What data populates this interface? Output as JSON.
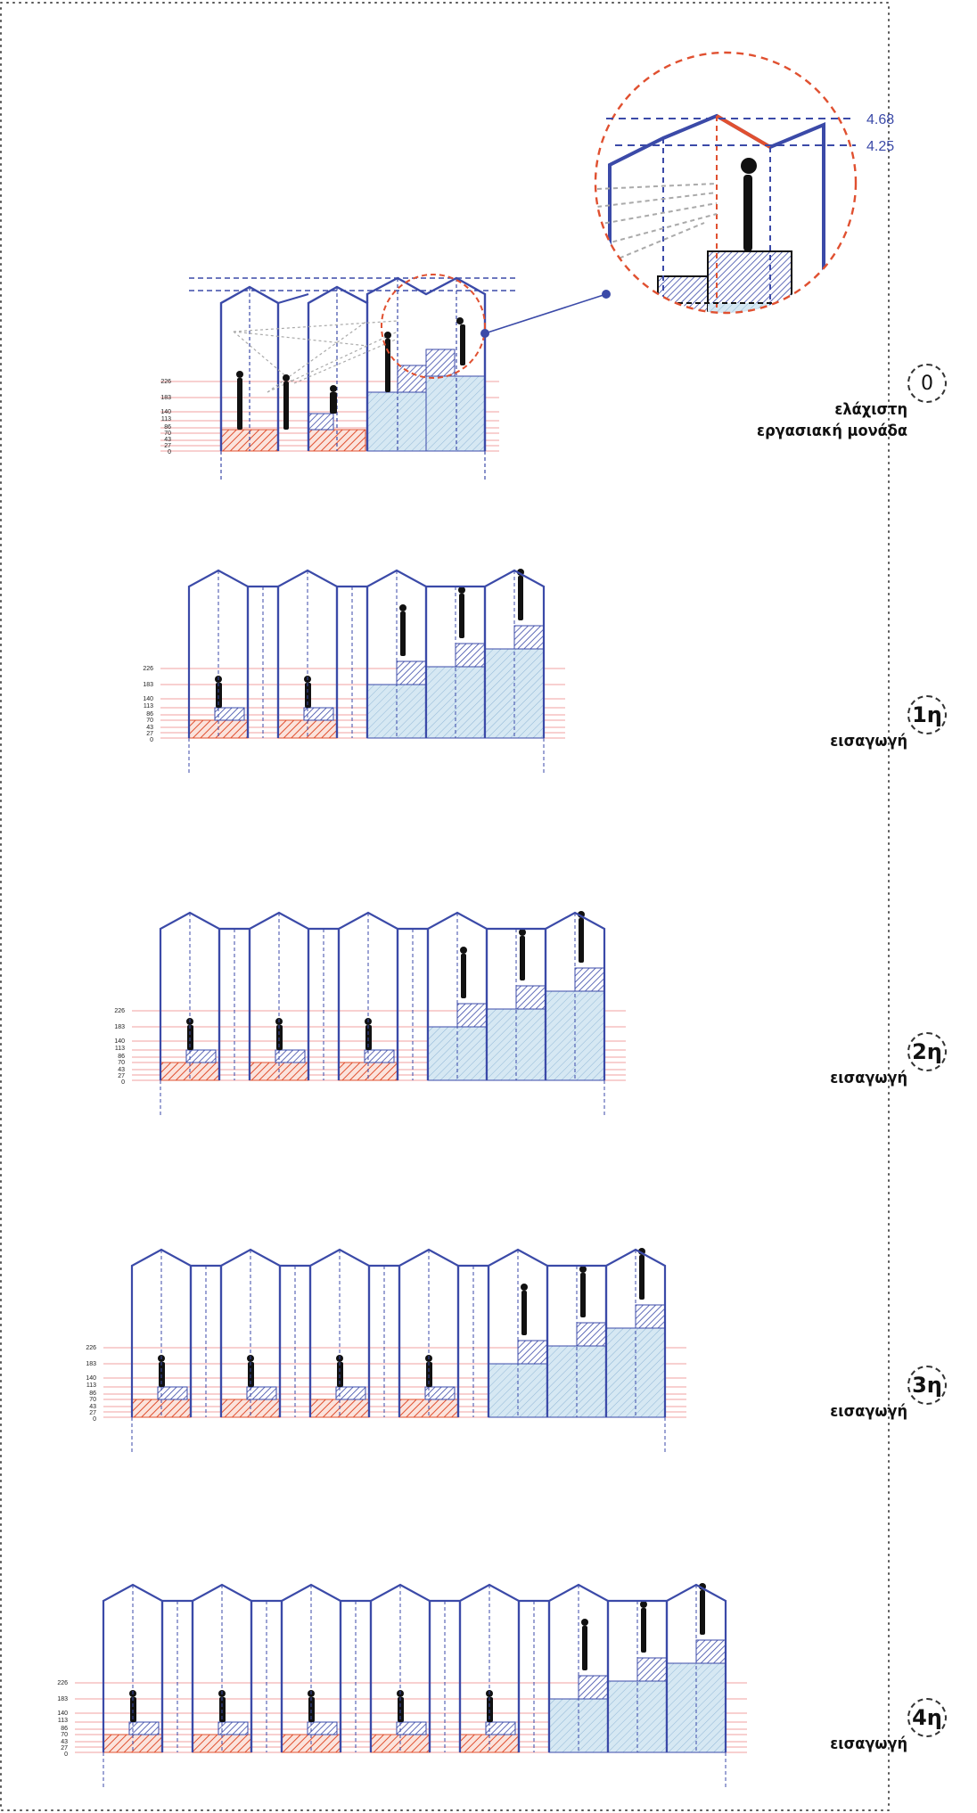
{
  "diagram": {
    "detail_heights": {
      "top": "4.68",
      "lower": "4.25"
    },
    "scale_ticks": [
      "226",
      "183",
      "140",
      "113",
      "86",
      "70",
      "43",
      "27",
      "0"
    ],
    "colors": {
      "structure": "#3b4aa8",
      "accent": "#e05030",
      "light_fill": "#cfe3f0",
      "guides": "#f0a0a0",
      "figure": "#111111"
    },
    "stages": [
      {
        "badge": "0",
        "line1": "ελάχιστη",
        "line2": "εργασιακή μονάδα"
      },
      {
        "badge": "1η",
        "line1": "εισαγωγή"
      },
      {
        "badge": "2η",
        "line1": "εισαγωγή"
      },
      {
        "badge": "3η",
        "line1": "εισαγωγή"
      },
      {
        "badge": "4η",
        "line1": "εισαγωγή"
      }
    ]
  }
}
